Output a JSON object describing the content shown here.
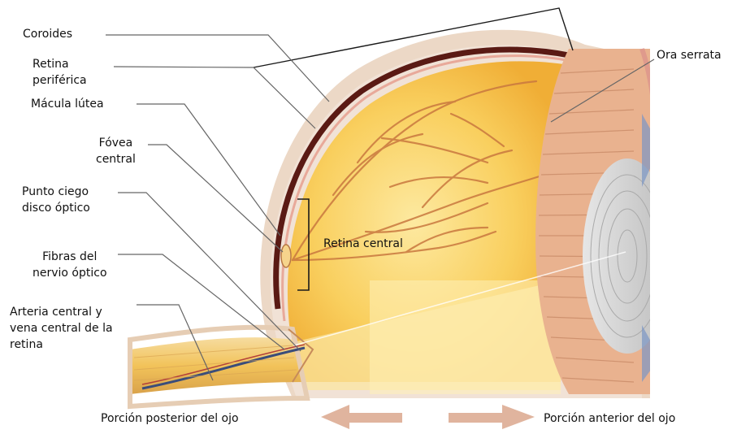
{
  "labels": {
    "coroides": "Coroides",
    "retina_periferica": [
      "Retina",
      "periférica"
    ],
    "macula_lutea": "Mácula lútea",
    "fovea_central": [
      "Fóvea",
      "central"
    ],
    "punto_ciego": [
      "Punto ciego",
      "disco óptico"
    ],
    "fibras_nervio": [
      "Fibras del",
      "nervio óptico"
    ],
    "arteria_vena": [
      "Arteria central y",
      "vena central de la",
      "retina"
    ],
    "ora_serrata": "Ora serrata",
    "retina_central": "Retina central"
  },
  "directions": {
    "posterior": "Porción posterior del ojo",
    "anterior": "Porción anterior del ojo"
  },
  "colors": {
    "vitreous": "#f7c24a",
    "sclera": "#e9d3c2",
    "choroid": "#5a1a14",
    "vessel": "#c9783f",
    "nerve": "#f0c465",
    "arrow": "#e0b49e",
    "leader": "#666666"
  }
}
